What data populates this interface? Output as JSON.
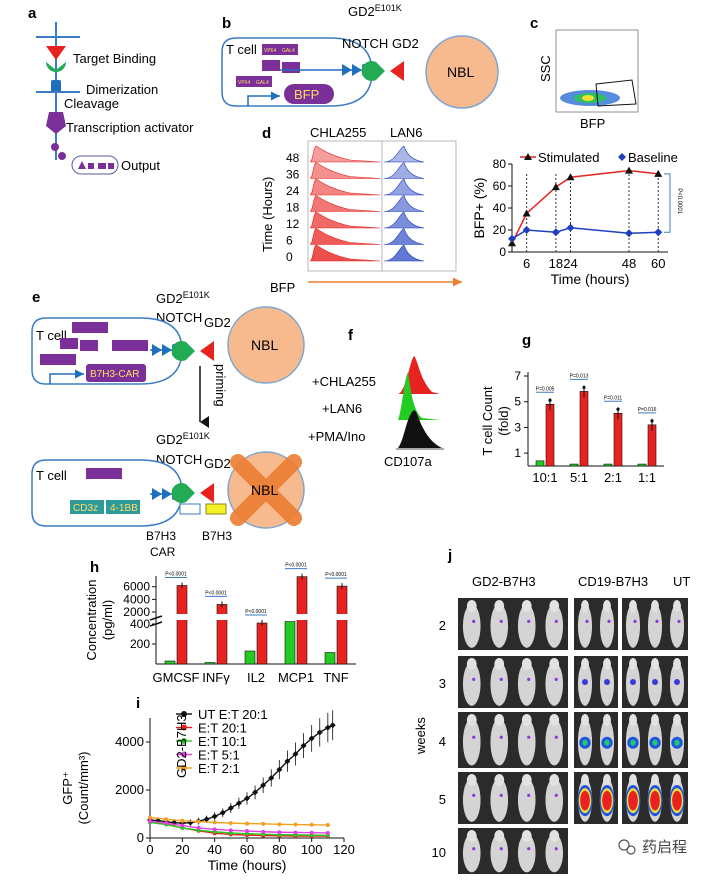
{
  "panels": {
    "a": {
      "letter": "a",
      "labels": [
        "Target Binding",
        "Dimerization",
        "Cleavage",
        "Transcription activator",
        "Output"
      ]
    },
    "b": {
      "letter": "b",
      "tcell": "T cell",
      "notch_line1": "GD2",
      "notch_sup": "E101K",
      "notch_line2": "NOTCH",
      "gd2": "GD2",
      "nbl": "NBL",
      "output": "BFP",
      "tf_small": [
        "VP64",
        "GAL4"
      ]
    },
    "c": {
      "letter": "c",
      "ylabel": "SSC",
      "xlabel": "BFP"
    },
    "d": {
      "letter": "d",
      "col1": "CHLA255",
      "col2": "LAN6",
      "ylabel": "Time (Hours)",
      "times": [
        "48",
        "36",
        "24",
        "18",
        "12",
        "6",
        "0"
      ],
      "xlabel": "BFP"
    },
    "e": {
      "letter": "e",
      "tcell": "T cell",
      "notch_line1": "GD2",
      "notch_sup": "E101K",
      "notch_line2": "NOTCH",
      "gd2": "GD2",
      "nbl": "NBL",
      "car_box": "B7H3-CAR",
      "priming": "priming",
      "cd3z": "CD3z",
      "fourbb": "4-1BB",
      "b7h3": "B7H3",
      "car": "CAR"
    },
    "f": {
      "letter": "f",
      "rows": [
        "+CHLA255",
        "+LAN6",
        "+PMA/Ino"
      ],
      "xlabel": "CD107a"
    },
    "g": {
      "letter": "g"
    },
    "h": {
      "letter": "h"
    },
    "i": {
      "letter": "i"
    },
    "j": {
      "letter": "j",
      "groups": [
        "GD2-B7H3",
        "CD19-B7H3",
        "UT"
      ],
      "weeks_label": "weeks",
      "weeks": [
        "2",
        "3",
        "4",
        "5",
        "10"
      ]
    }
  },
  "watermark": "药启程",
  "colors": {
    "red": "#e8231f",
    "green": "#22cc22",
    "blue": "#1f3fbf",
    "purple": "#7b2f98",
    "nbl_fill": "#f7b98e",
    "nbl_stroke": "#7fa6cf",
    "orange": "#ed7d31"
  },
  "chart_data": [
    {
      "panel": "d-right",
      "type": "line",
      "xlabel": "Time (hours)",
      "ylabel": "BFP+ (%)",
      "xticks": [
        6,
        18,
        24,
        48,
        60
      ],
      "ylim": [
        0,
        80
      ],
      "yticks": [
        0,
        20,
        40,
        60,
        80
      ],
      "legend_position": "top",
      "annotation": "P<0.0001",
      "series": [
        {
          "name": "Stimulated",
          "color": "#e8231f",
          "x": [
            0,
            6,
            18,
            24,
            48,
            60
          ],
          "y": [
            8,
            35,
            59,
            68,
            74,
            71
          ]
        },
        {
          "name": "Baseline",
          "color": "#1f3fbf",
          "x": [
            0,
            6,
            18,
            24,
            48,
            60
          ],
          "y": [
            12,
            20,
            18,
            22,
            17,
            18
          ]
        }
      ]
    },
    {
      "panel": "g",
      "type": "bar",
      "ylabel": "T cell Count (fold)",
      "categories": [
        "10:1",
        "5:1",
        "2:1",
        "1:1"
      ],
      "ylim": [
        0,
        7
      ],
      "yticks": [
        1,
        3,
        5,
        7
      ],
      "series": [
        {
          "color": "#22cc22",
          "values": [
            0.4,
            0.15,
            0.15,
            0.15
          ]
        },
        {
          "color": "#e8231f",
          "values": [
            4.8,
            5.8,
            4.1,
            3.2
          ]
        }
      ],
      "pvalues": [
        "P=0.005",
        "P=0.013",
        "P=0.011",
        "P=0.016"
      ]
    },
    {
      "panel": "h",
      "type": "bar",
      "ylabel": "Concentration (pg/ml)",
      "categories": [
        "GMCSF",
        "INFγ",
        "IL2",
        "MCP1",
        "TNF"
      ],
      "yticks": [
        200,
        400,
        2000,
        4000,
        6000
      ],
      "series": [
        {
          "color": "#22cc22",
          "values": [
            30,
            15,
            130,
            490,
            115
          ]
        },
        {
          "color": "#e8231f",
          "values": [
            6200,
            3200,
            410,
            7600,
            6100
          ]
        }
      ],
      "pvalues": [
        "P<0.0001",
        "P<0.0001",
        "P<0.0001",
        "P<0.0001",
        "P<0.0001"
      ]
    },
    {
      "panel": "i",
      "type": "line",
      "xlabel": "Time (hours)",
      "ylabel": "GFP⁺ (Count/mm³)",
      "xlim": [
        0,
        120
      ],
      "xticks": [
        0,
        20,
        40,
        60,
        80,
        100,
        120
      ],
      "ylim": [
        0,
        5000
      ],
      "yticks": [
        0,
        2000,
        4000
      ],
      "group_label": "GD2-B7H3",
      "series": [
        {
          "name": "UT E:T 20:1",
          "color": "#111111",
          "x": [
            0,
            5,
            10,
            15,
            20,
            25,
            30,
            35,
            40,
            45,
            50,
            55,
            60,
            65,
            70,
            75,
            80,
            85,
            90,
            95,
            100,
            105,
            110,
            113
          ],
          "y": [
            750,
            720,
            680,
            640,
            620,
            640,
            700,
            780,
            900,
            1050,
            1250,
            1450,
            1650,
            1900,
            2200,
            2500,
            2850,
            3200,
            3500,
            3850,
            4150,
            4400,
            4600,
            4700
          ]
        },
        {
          "name": "E:T 20:1",
          "color": "#e8231f",
          "x": [
            0,
            10,
            20,
            30,
            40,
            50,
            60,
            70,
            80,
            90,
            100,
            110
          ],
          "y": [
            700,
            580,
            420,
            300,
            200,
            150,
            120,
            100,
            90,
            80,
            80,
            80
          ]
        },
        {
          "name": "E:T 10:1",
          "color": "#22cc22",
          "x": [
            0,
            10,
            20,
            30,
            40,
            50,
            60,
            70,
            80,
            90,
            100,
            110
          ],
          "y": [
            650,
            560,
            420,
            330,
            260,
            210,
            180,
            160,
            140,
            130,
            120,
            110
          ]
        },
        {
          "name": "E:T 5:1",
          "color": "#e040e0",
          "x": [
            0,
            10,
            20,
            30,
            40,
            50,
            60,
            70,
            80,
            90,
            100,
            110
          ],
          "y": [
            700,
            620,
            520,
            420,
            360,
            320,
            290,
            260,
            240,
            230,
            220,
            210
          ]
        },
        {
          "name": "E:T 2:1",
          "color": "#f0a020",
          "x": [
            0,
            10,
            20,
            30,
            40,
            50,
            60,
            70,
            80,
            90,
            100,
            110
          ],
          "y": [
            850,
            780,
            720,
            680,
            650,
            620,
            600,
            590,
            570,
            560,
            550,
            540
          ]
        }
      ]
    }
  ]
}
